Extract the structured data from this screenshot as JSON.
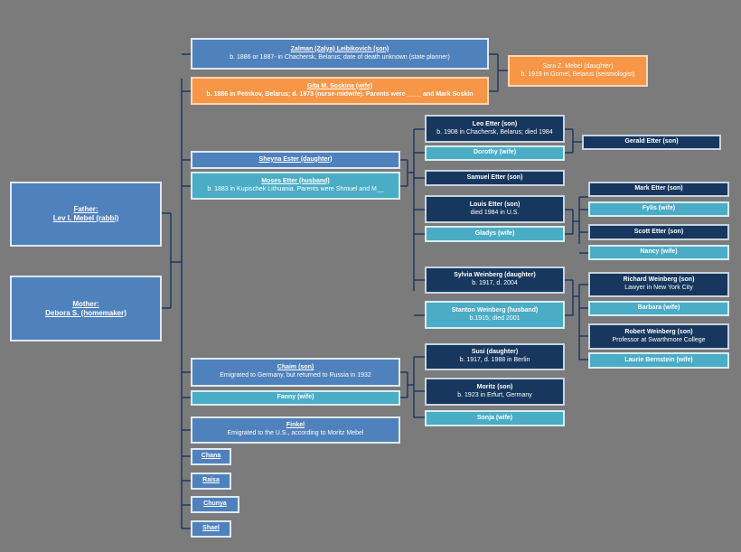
{
  "father": {
    "title": "Father:",
    "name": "Lev I. Mebel (rabbi)"
  },
  "mother": {
    "title": "Mother:",
    "name": "Debora S. (homemaker)"
  },
  "zalman": {
    "name": "Zalman (Zalya) Leibikovich (son)",
    "detail": "b. 1886 or 1887- in Chachersk, Belarus; date of death unknown (state planner)"
  },
  "gita": {
    "name": "Gita M. Soskina (wife)",
    "detail": "b. 1886 in Petrikov, Belarus; d. 1973 (nurse-midwife). Parents were ____ and Mark Soskin"
  },
  "sara": {
    "name": "Sara Z. Mebel (daughter)",
    "detail": "b. 1919 in Gomel, Belarus (seismologist)"
  },
  "sheyna": {
    "name": "Sheyna Ester (daughter)"
  },
  "moses": {
    "name": "Moses Etter (husband)",
    "detail": "b. 1883 in Kupischek Lithuania. Parents were Shmuel and M__"
  },
  "leo": {
    "name": "Leo Etter (son)",
    "detail": "b. 1908 in Chachersk, Belarus; died 1984"
  },
  "dorothy": {
    "name": "Dorothy (wife)"
  },
  "gerald": {
    "name": "Gerald Etter (son)"
  },
  "samuel": {
    "name": "Samuel Etter (son)"
  },
  "louis": {
    "name": "Louis Etter (son)",
    "detail": "died 1984 in U.S."
  },
  "gladys": {
    "name": "Gladys (wife)"
  },
  "mark": {
    "name": "Mark Etter (son)"
  },
  "fylis": {
    "name": "Fylis (wife)"
  },
  "scott": {
    "name": "Scott Etter (son)"
  },
  "nancy": {
    "name": "Nancy (wife)"
  },
  "sylvia": {
    "name": "Sylvia Weinberg (daughter)",
    "detail": "b. 1917, d. 2004"
  },
  "stanton": {
    "name": "Stanton Weinberg (husband)",
    "detail": "b.1915; died 2001"
  },
  "richard": {
    "name": "Richard Weinberg (son)",
    "detail": "Lawyer in New York City"
  },
  "barbara": {
    "name": "Barbara (wife)"
  },
  "robert": {
    "name": "Robert Weinberg (son)",
    "detail": "Professor at Swarthmore College"
  },
  "laurie": {
    "name": "Laurie Bernstein (wife)"
  },
  "chaim": {
    "name": "Chaim (son)",
    "detail": "Emigrated to Germany, but returned to Russia in 1932"
  },
  "fanny": {
    "name": "Fanny (wife)"
  },
  "susi": {
    "name": "Susi (daughter)",
    "detail": "b. 1917, d. 1988 in Berlin"
  },
  "moritz": {
    "name": "Moritz (son)",
    "detail": "b. 1923 in Erfurt, Germany"
  },
  "sonja": {
    "name": "Sonja (wife)"
  },
  "finkel": {
    "name": "Finkel",
    "detail": "Emigrated to the U.S., according to Moritz Mebel"
  },
  "chana": {
    "name": "Chana"
  },
  "raisa": {
    "name": "Raisa"
  },
  "chunya": {
    "name": "Chunya"
  },
  "shael": {
    "name": "Shael"
  }
}
